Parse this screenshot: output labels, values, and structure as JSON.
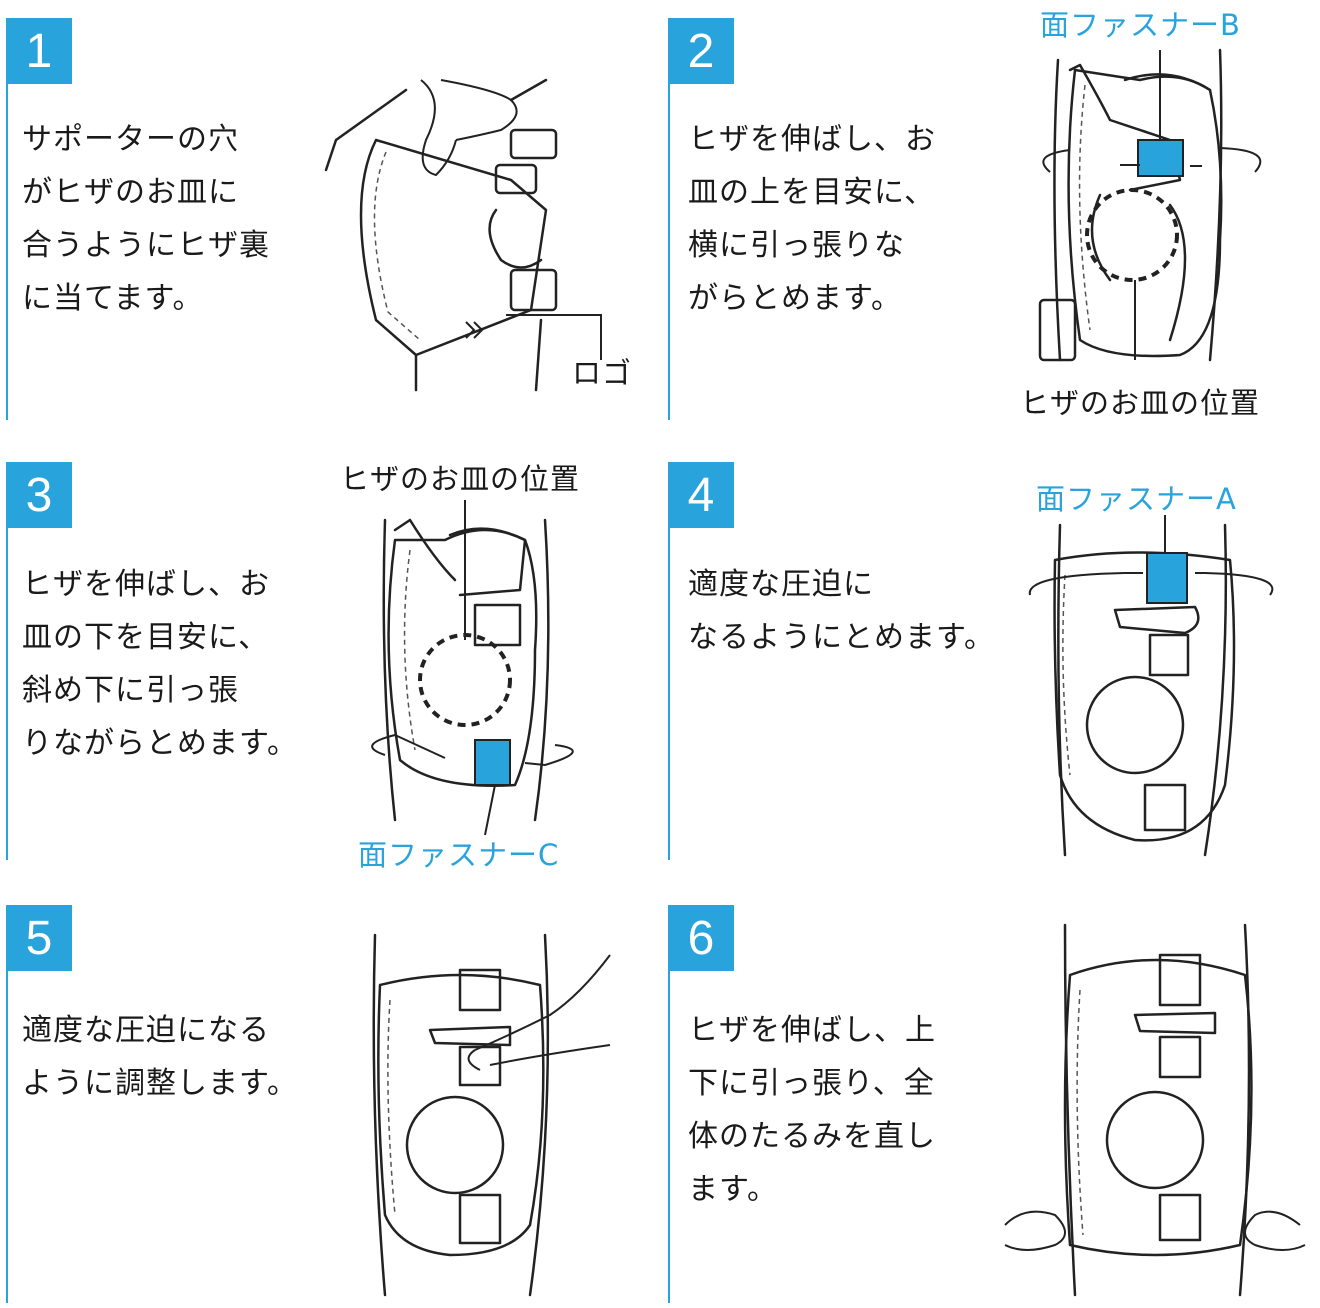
{
  "colors": {
    "accent": "#29a3dc",
    "text": "#1a1a1a"
  },
  "steps": [
    {
      "number": "1",
      "text": "サポーターの穴\nがヒザのお皿に\n合うようにヒザ裏\nに当てます。",
      "label_logo": "ロゴ"
    },
    {
      "number": "2",
      "text": "ヒザを伸ばし、お\n皿の上を目安に、\n横に引っ張りな\nがらとめます。",
      "label_fastener": "面ファスナーB",
      "label_kneecap": "ヒザのお皿の位置"
    },
    {
      "number": "3",
      "text": "ヒザを伸ばし、お\n皿の下を目安に、\n斜め下に引っ張\nりながらとめます。",
      "label_kneecap": "ヒザのお皿の位置",
      "label_fastener": "面ファスナーC"
    },
    {
      "number": "4",
      "text": "適度な圧迫に\nなるようにとめます。",
      "label_fastener": "面ファスナーA"
    },
    {
      "number": "5",
      "text": "適度な圧迫になる\nように調整します。"
    },
    {
      "number": "6",
      "text": "ヒザを伸ばし、上\n下に引っ張り、全\n体のたるみを直し\nます。"
    }
  ]
}
